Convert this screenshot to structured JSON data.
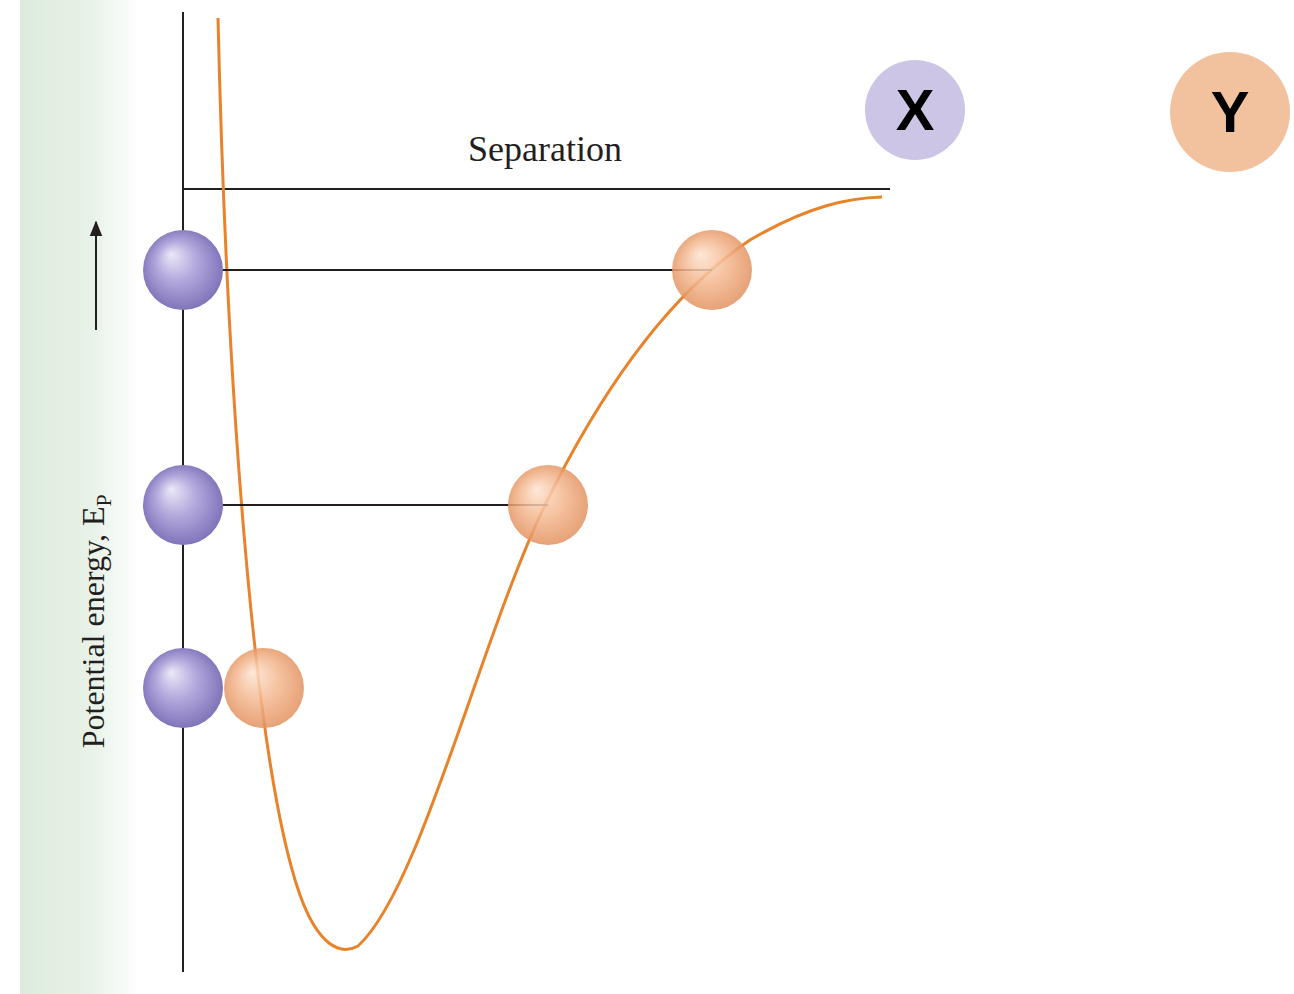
{
  "diagram": {
    "nodes": [
      {
        "text": [
          "X"
        ]
      },
      {
        "text": [
          "Y"
        ]
      }
    ],
    "labels": [
      "Separation",
      "Potential energy, E",
      "P"
    ]
  }
}
